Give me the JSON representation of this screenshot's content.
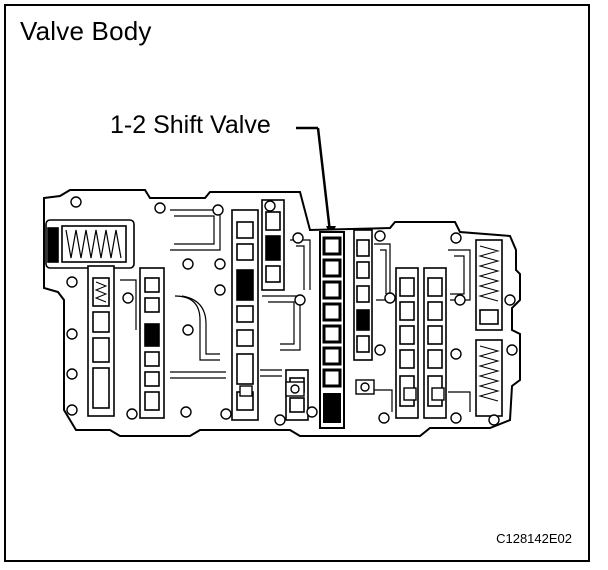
{
  "diagram": {
    "title": "Valve Body",
    "callout_label": "1-2 Shift Valve",
    "figure_code": "C128142E02"
  },
  "colors": {
    "line": "#000000",
    "fill": "#ffffff",
    "valve_highlight": "#000000"
  }
}
